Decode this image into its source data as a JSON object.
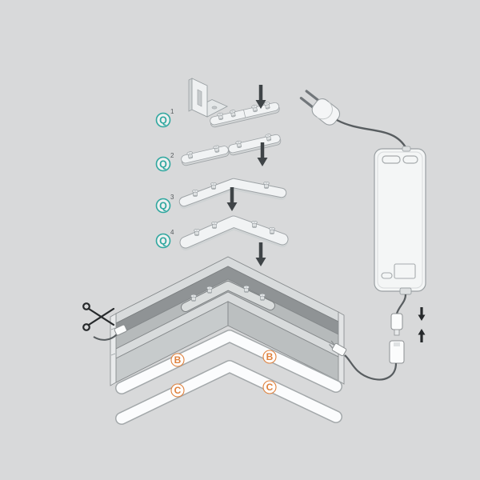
{
  "diagram": {
    "title_visible_text": "",
    "background_color": "#d8d9da",
    "accent_teal": "#2fa79f",
    "accent_orange": "#e0813c",
    "steps": [
      {
        "icon": "Q",
        "num": "1"
      },
      {
        "icon": "Q",
        "num": "2"
      },
      {
        "icon": "Q",
        "num": "3"
      },
      {
        "icon": "Q",
        "num": "4"
      }
    ],
    "labels": {
      "b_left": "B",
      "b_right": "B",
      "c_left": "C",
      "c_right": "C"
    },
    "icons": {
      "q-step-icon": "letter Q in teal circle with superscript step number",
      "down-arrow-icon": "solid dark down arrow",
      "scissors-icon": "crossed scissors cutting cable",
      "power-plug-icon": "EU two-pin mains plug",
      "driver-box-icon": "LED power supply box",
      "connector-arrows-icon": "two arrows pointing together"
    }
  }
}
